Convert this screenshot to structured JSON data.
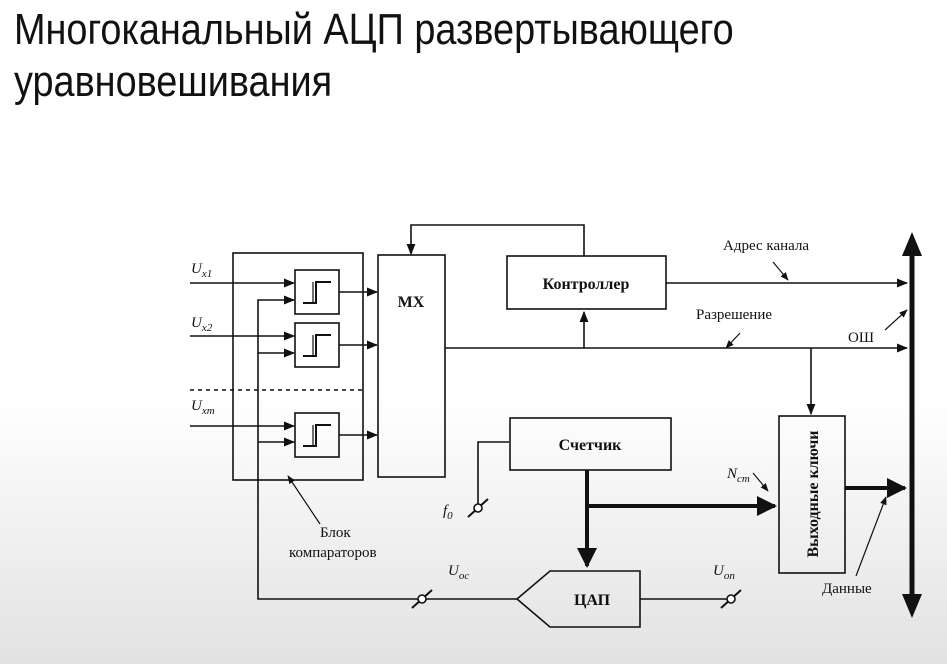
{
  "slide": {
    "title_line1": "Многоканальный АЦП развертывающего",
    "title_line2": "уравновешивания"
  },
  "diagram": {
    "inputs": [
      {
        "main": "U",
        "sub": "x1"
      },
      {
        "main": "U",
        "sub": "x2"
      },
      {
        "main": "U",
        "sub": "xm"
      }
    ],
    "mux": "МХ",
    "controller": "Контроллер",
    "counter": "Счетчик",
    "dac": "ЦАП",
    "output_keys": "Выходные ключи",
    "channel_address": "Адрес канала",
    "enable": "Разрешение",
    "bus": "ОШ",
    "counter_out": {
      "main": "N",
      "sub": "ст"
    },
    "clock": {
      "main": "f",
      "sub": "0"
    },
    "feedback": {
      "main": "U",
      "sub": "ос"
    },
    "reference": {
      "main": "U",
      "sub": "оп"
    },
    "comparators_line1": "Блок",
    "comparators_line2": "компараторов",
    "data": "Данные"
  },
  "colors": {
    "ink": "#111111",
    "title": "#111111"
  }
}
